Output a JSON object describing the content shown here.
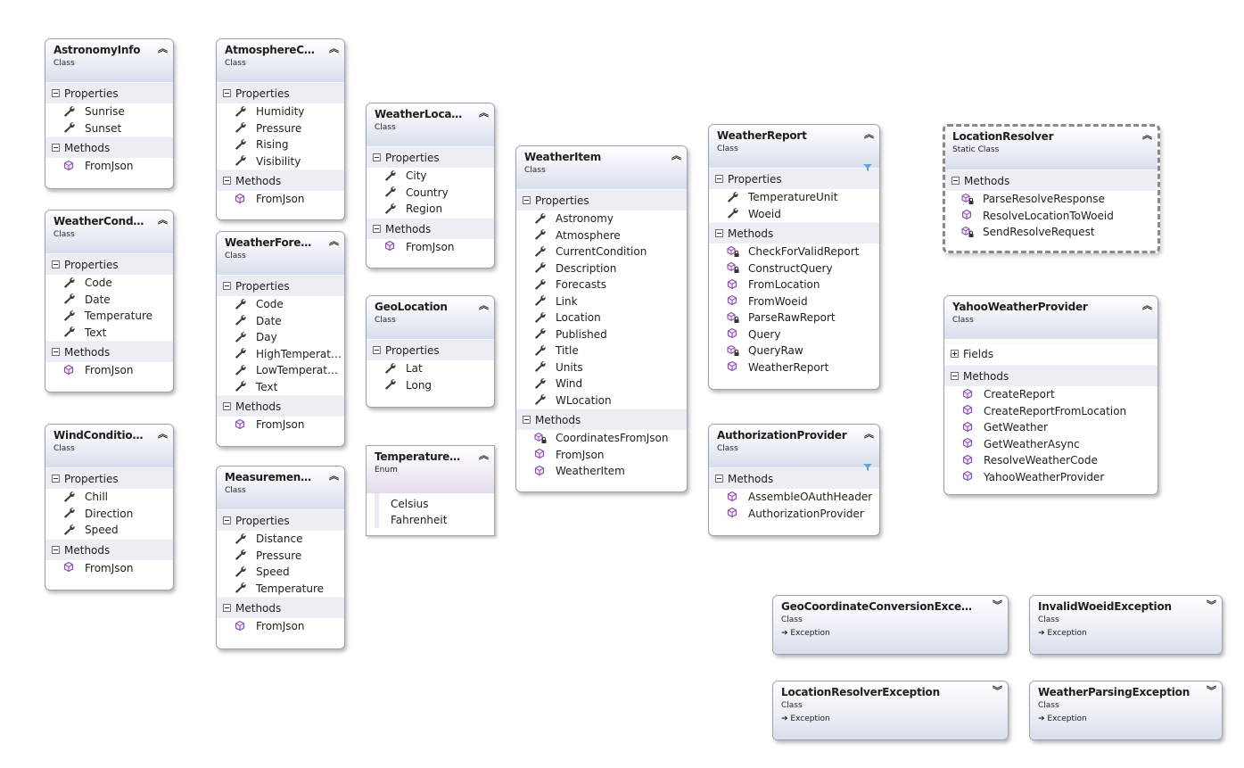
{
  "classes": [
    {
      "id": "astronomy",
      "name": "AstronomyInfo",
      "kind": "Class",
      "properties": [
        "Sunrise",
        "Sunset"
      ],
      "methods": [
        "FromJson"
      ]
    },
    {
      "id": "atmosphere",
      "name": "AtmosphereCon...",
      "kind": "Class",
      "properties": [
        "Humidity",
        "Pressure",
        "Rising",
        "Visibility"
      ],
      "methods": [
        "FromJson"
      ]
    },
    {
      "id": "weatherlocation",
      "name": "WeatherLocation",
      "kind": "Class",
      "properties": [
        "City",
        "Country",
        "Region"
      ],
      "methods": [
        "FromJson"
      ]
    },
    {
      "id": "weathercondition",
      "name": "WeatherConditi...",
      "kind": "Class",
      "properties": [
        "Code",
        "Date",
        "Temperature",
        "Text"
      ],
      "methods": [
        "FromJson"
      ]
    },
    {
      "id": "weatherforecast",
      "name": "WeatherForecast",
      "kind": "Class",
      "properties": [
        "Code",
        "Date",
        "Day",
        "HighTemperatu...",
        "LowTemperature",
        "Text"
      ],
      "methods": [
        "FromJson"
      ]
    },
    {
      "id": "geolocation",
      "name": "GeoLocation",
      "kind": "Class",
      "properties": [
        "Lat",
        "Long"
      ]
    },
    {
      "id": "windconditions",
      "name": "WindConditions",
      "kind": "Class",
      "properties": [
        "Chill",
        "Direction",
        "Speed"
      ],
      "methods": [
        "FromJson"
      ]
    },
    {
      "id": "measurement",
      "name": "MeasurementU...",
      "kind": "Class",
      "properties": [
        "Distance",
        "Pressure",
        "Speed",
        "Temperature"
      ],
      "methods": [
        "FromJson"
      ]
    },
    {
      "id": "weatheritem",
      "name": "WeatherItem",
      "kind": "Class",
      "properties": [
        "Astronomy",
        "Atmosphere",
        "CurrentCondition",
        "Description",
        "Forecasts",
        "Link",
        "Location",
        "Published",
        "Title",
        "Units",
        "Wind",
        "WLocation"
      ],
      "methods": [
        "CoordinatesFromJson",
        "FromJson",
        "WeatherItem"
      ]
    },
    {
      "id": "weatherreport",
      "name": "WeatherReport",
      "kind": "Class",
      "properties": [
        "TemperatureUnit",
        "Woeid"
      ],
      "methods": [
        "CheckForValidReport",
        "ConstructQuery",
        "FromLocation",
        "FromWoeid",
        "ParseRawReport",
        "Query",
        "QueryRaw",
        "WeatherReport"
      ]
    },
    {
      "id": "locationresolver",
      "name": "LocationResolver",
      "kind": "Static Class",
      "methods": [
        "ParseResolveResponse",
        "ResolveLocationToWoeid",
        "SendResolveRequest"
      ]
    },
    {
      "id": "yahoo",
      "name": "YahooWeatherProvider",
      "kind": "Class",
      "fields_label": "Fields",
      "methods": [
        "CreateReport",
        "CreateReportFromLocation",
        "GetWeather",
        "GetWeatherAsync",
        "ResolveWeatherCode",
        "YahooWeatherProvider"
      ]
    },
    {
      "id": "authorization",
      "name": "AuthorizationProvider",
      "kind": "Class",
      "methods": [
        "AssembleOAuthHeader",
        "AuthorizationProvider"
      ]
    }
  ],
  "enum": {
    "name": "TemperatureUnit",
    "kind": "Enum",
    "values": [
      "Celsius",
      "Fahrenheit"
    ]
  },
  "exceptions": [
    {
      "name": "GeoCoordinateConversionException",
      "kind": "Class",
      "base": "Exception"
    },
    {
      "name": "InvalidWoeidException",
      "kind": "Class",
      "base": "Exception"
    },
    {
      "name": "LocationResolverException",
      "kind": "Class",
      "base": "Exception"
    },
    {
      "name": "WeatherParsingException",
      "kind": "Class",
      "base": "Exception"
    }
  ],
  "labels": {
    "properties": "Properties",
    "methods": "Methods",
    "fields": "Fields"
  },
  "colors": {
    "header_top": "#ffffff",
    "header_bottom": "#d8deec",
    "section_bg": "#eceef3",
    "border": "#9aa3b0",
    "method_icon": "#8b4fb0",
    "wrench_icon": "#3a3a3a",
    "filter_icon": "#6aa0d8"
  }
}
